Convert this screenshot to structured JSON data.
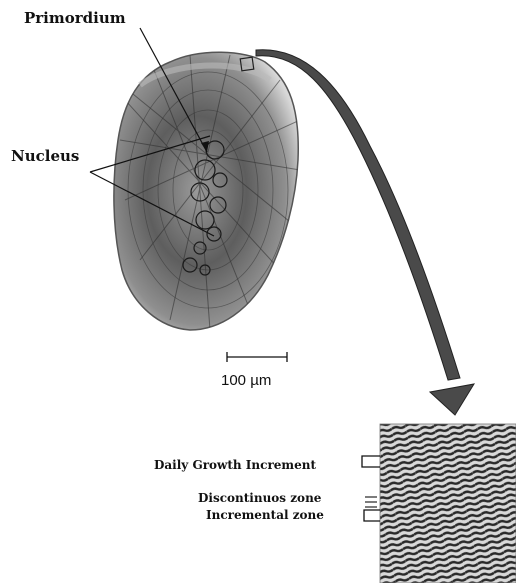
{
  "labels": {
    "primordium": "Primordium",
    "nucleus": "Nucleus",
    "scale_bar": "100 µm",
    "daily_growth_increment": "Daily Growth Increment",
    "discontinuous_zone": "Discontinuos zone",
    "incremental_zone": "Incremental zone"
  },
  "colors": {
    "ink": "#111111",
    "otolith_shadow": "#6b6b6b",
    "otolith_light": "#d8d8d8",
    "paper": "#ffffff"
  },
  "icons": {
    "pointer_arrow": "curved-down-arrow",
    "bracket": "square-bracket"
  }
}
